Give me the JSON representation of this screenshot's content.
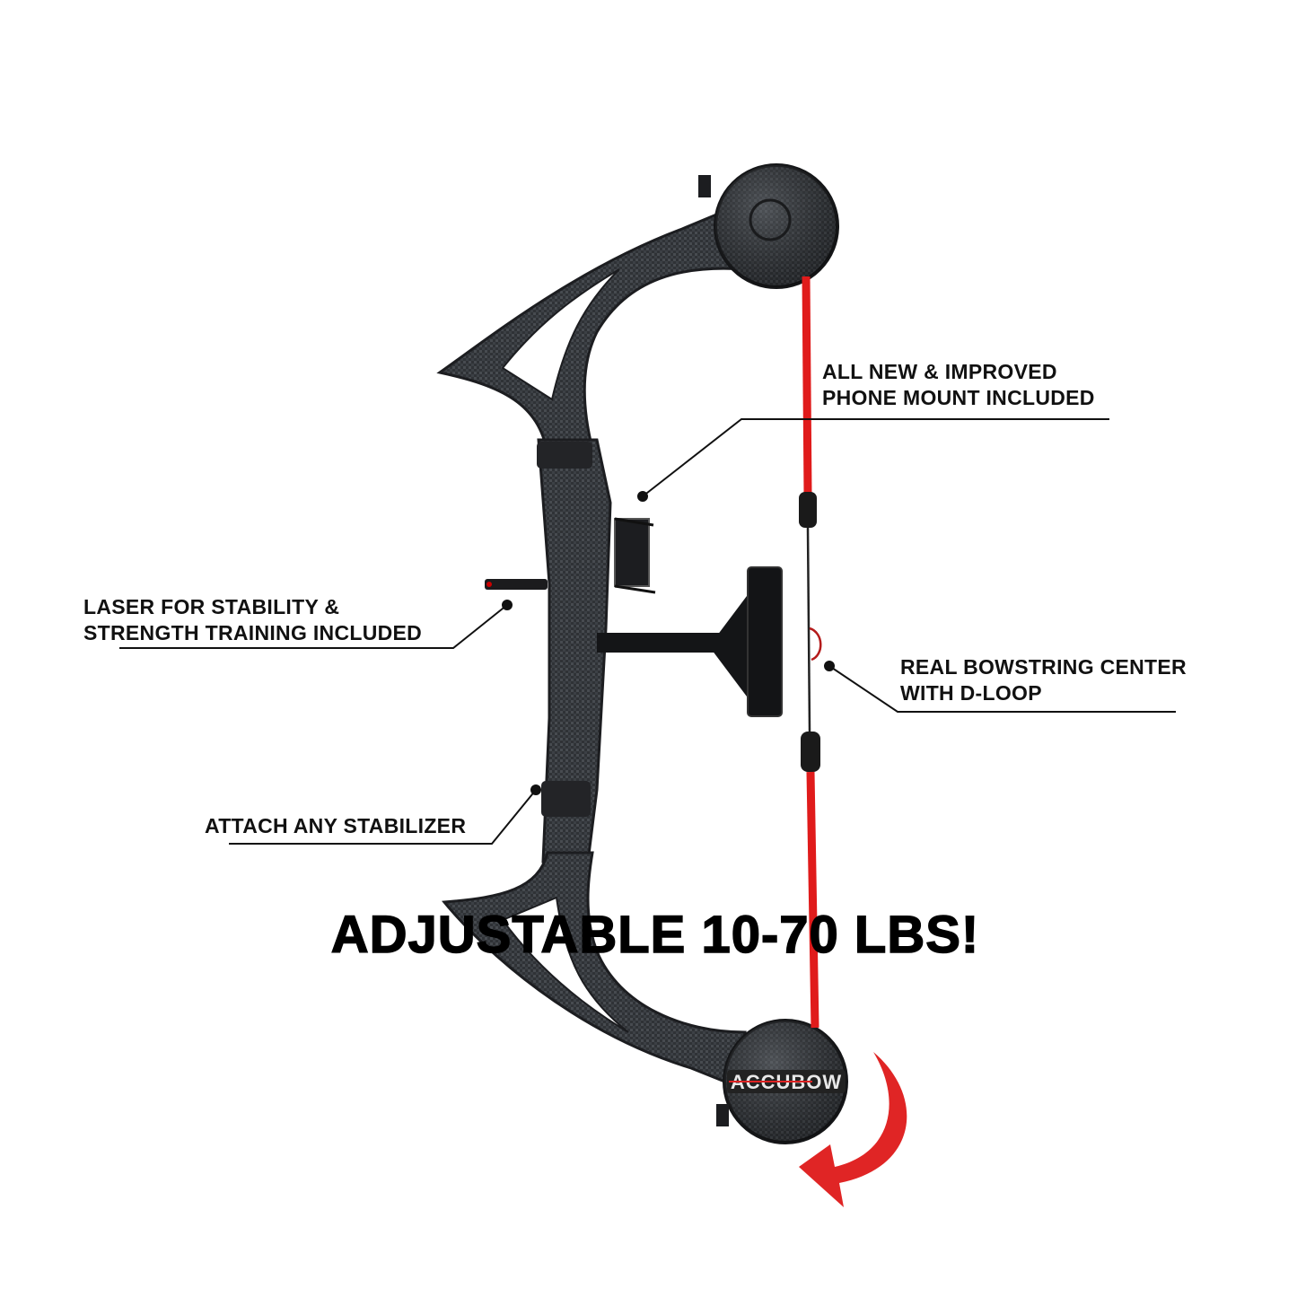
{
  "product": {
    "brand_logo": "ACCUBOW",
    "string_color": "#e01b1b",
    "arrow_color": "#e02525",
    "body_color": "#2b2d31"
  },
  "callouts": [
    {
      "id": "phone-mount",
      "line1": "ALL NEW & IMPROVED",
      "line2": "PHONE MOUNT INCLUDED"
    },
    {
      "id": "laser",
      "line1": "LASER FOR STABILITY &",
      "line2": "STRENGTH TRAINING INCLUDED"
    },
    {
      "id": "bowstring",
      "line1": "REAL BOWSTRING CENTER",
      "line2": "WITH D-LOOP"
    },
    {
      "id": "stabilizer",
      "line1": "ATTACH ANY STABILIZER"
    }
  ],
  "headline": "ADJUSTABLE 10-70 LBS!"
}
